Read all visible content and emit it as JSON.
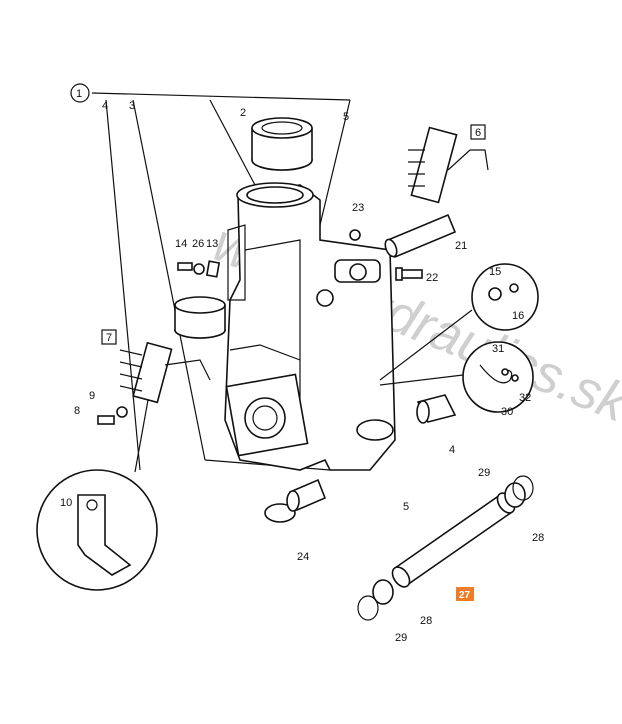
{
  "watermark": "www.hydraulics.sk",
  "callouts": {
    "c1": "1",
    "c2": "2",
    "c3": "3",
    "c4a": "4",
    "c4b": "4",
    "c5a": "5",
    "c5b": "5",
    "c6": "6",
    "c7": "7",
    "c8": "8",
    "c9": "9",
    "c10": "10",
    "c13": "13",
    "c14": "14",
    "c15": "15",
    "c16": "16",
    "c21": "21",
    "c22": "22",
    "c23": "23",
    "c24": "24",
    "c26": "26",
    "c27": "27",
    "c28a": "28",
    "c28b": "28",
    "c29a": "29",
    "c29b": "29",
    "c30": "30",
    "c31": "31",
    "c32": "32"
  },
  "highlight": {
    "part": "27",
    "color": "#ef7d28"
  }
}
